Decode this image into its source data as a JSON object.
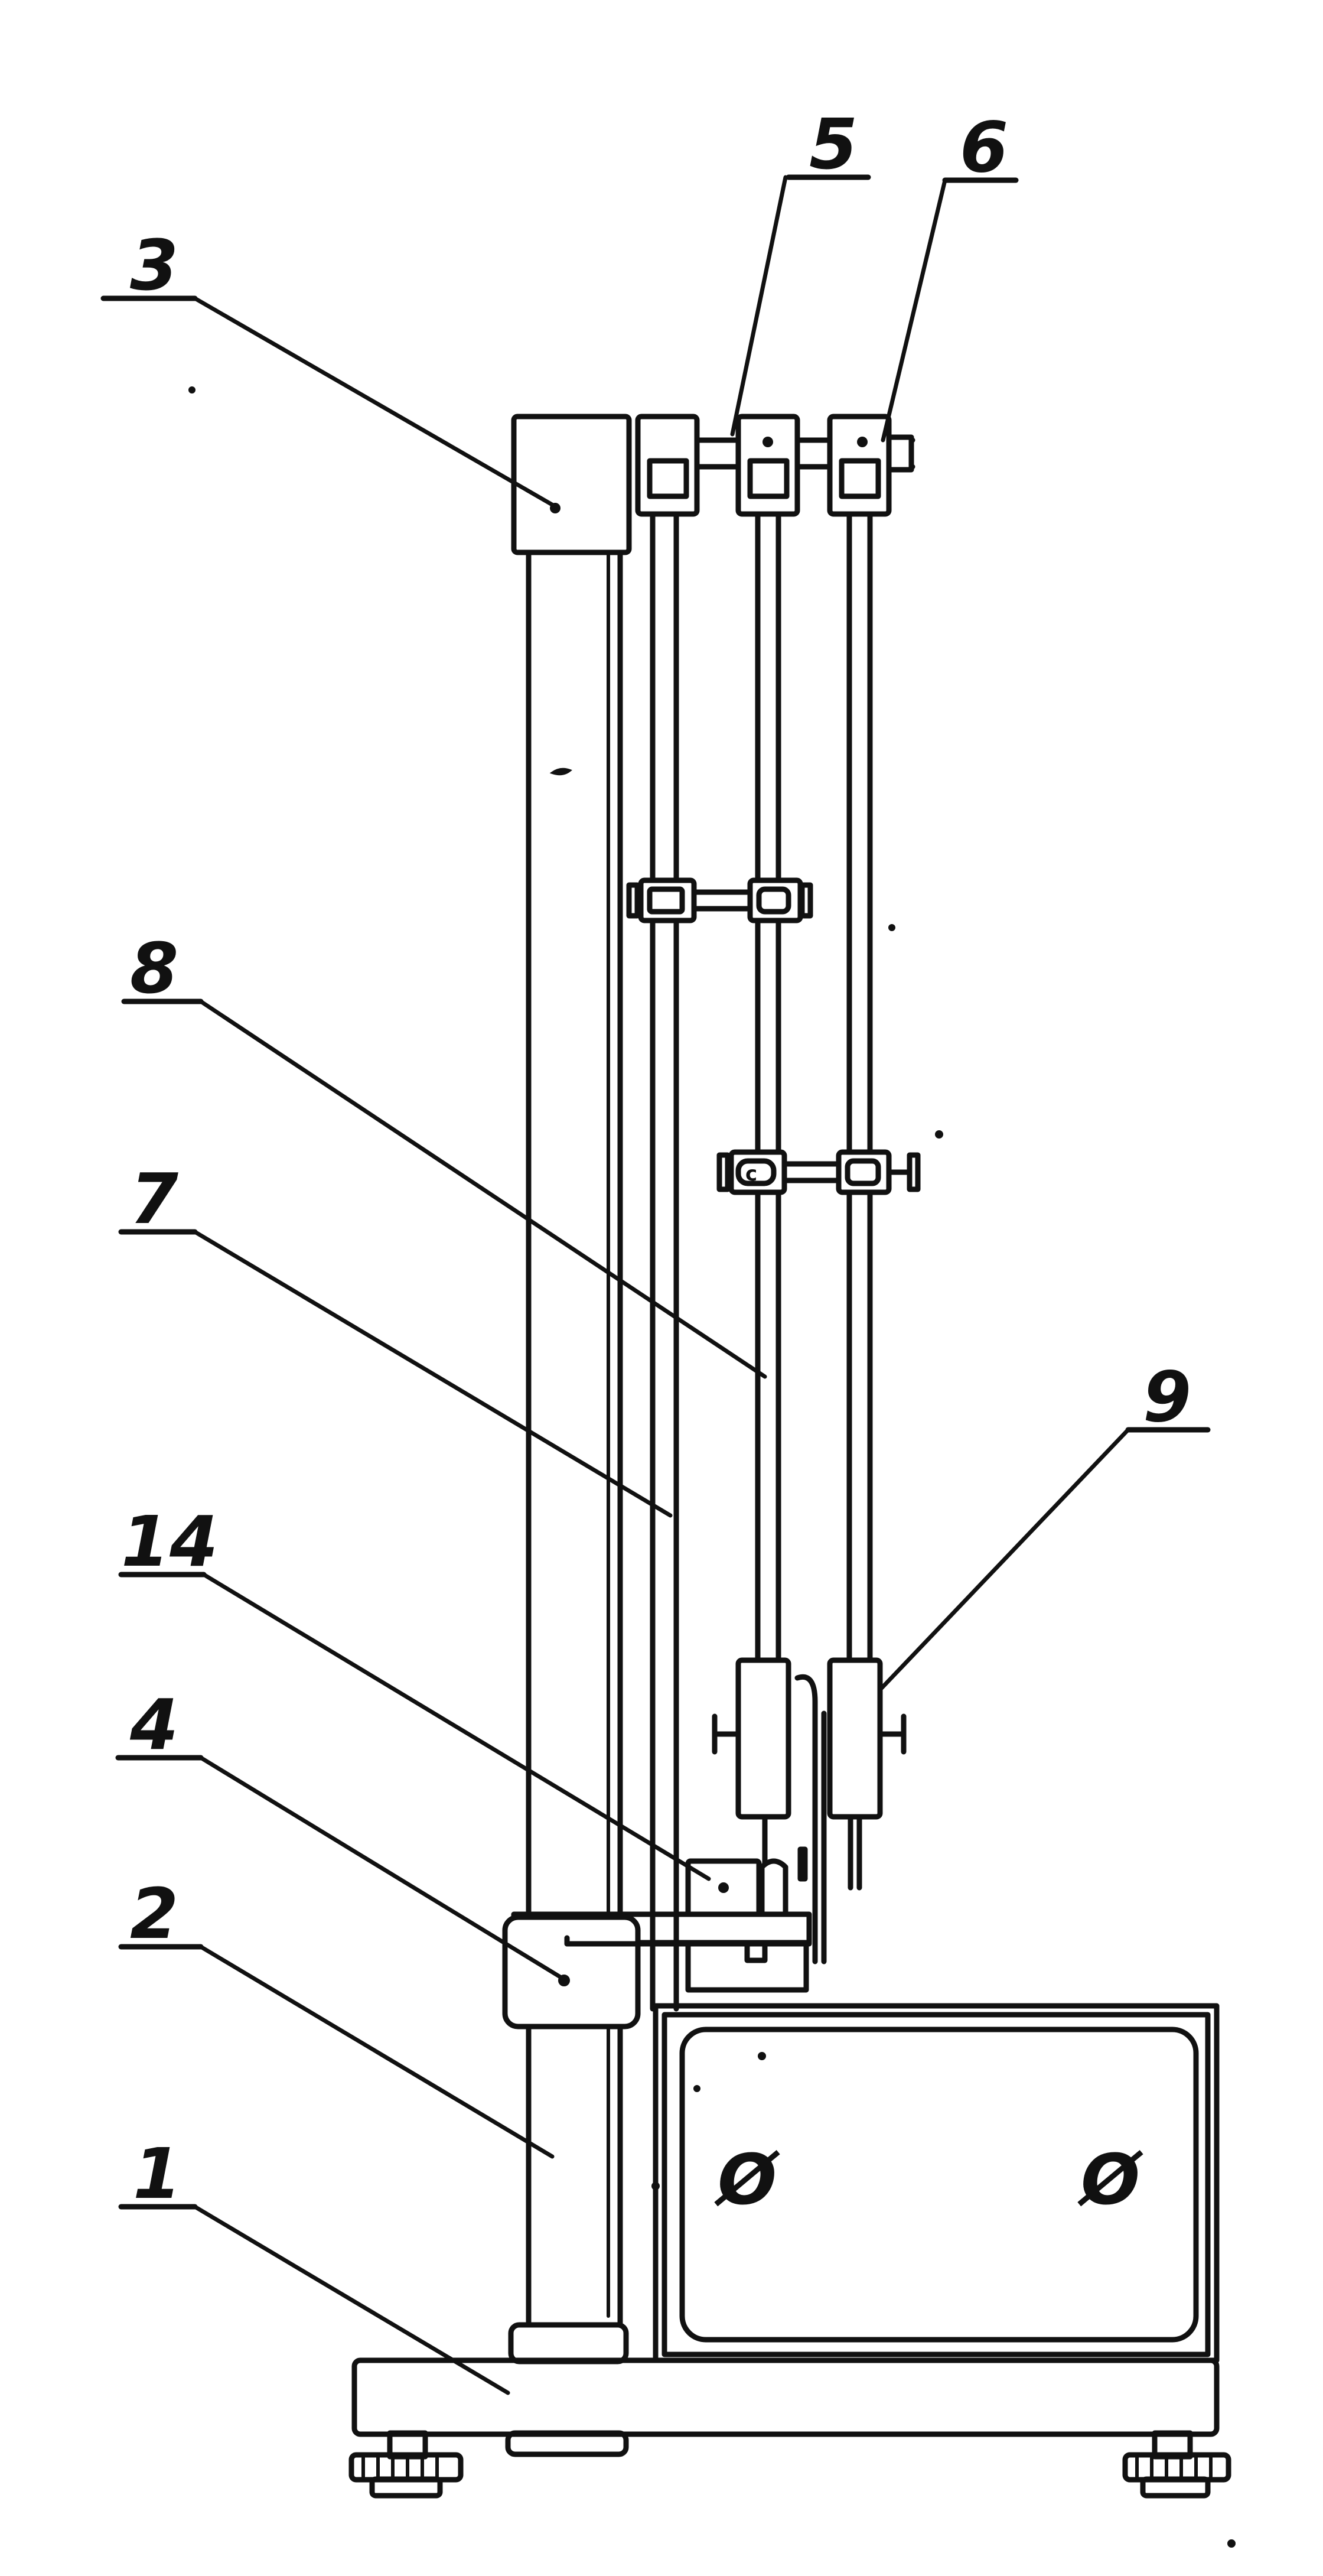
{
  "callouts": [
    {
      "id": "c3",
      "label": "3"
    },
    {
      "id": "c5",
      "label": "5"
    },
    {
      "id": "c6",
      "label": "6"
    },
    {
      "id": "c8",
      "label": "8"
    },
    {
      "id": "c7",
      "label": "7"
    },
    {
      "id": "c9",
      "label": "9"
    },
    {
      "id": "c14",
      "label": "14"
    },
    {
      "id": "c4",
      "label": "4"
    },
    {
      "id": "c2",
      "label": "2"
    },
    {
      "id": "c1",
      "label": "1"
    }
  ],
  "knob_marks": [
    "Ø",
    "Ø"
  ]
}
